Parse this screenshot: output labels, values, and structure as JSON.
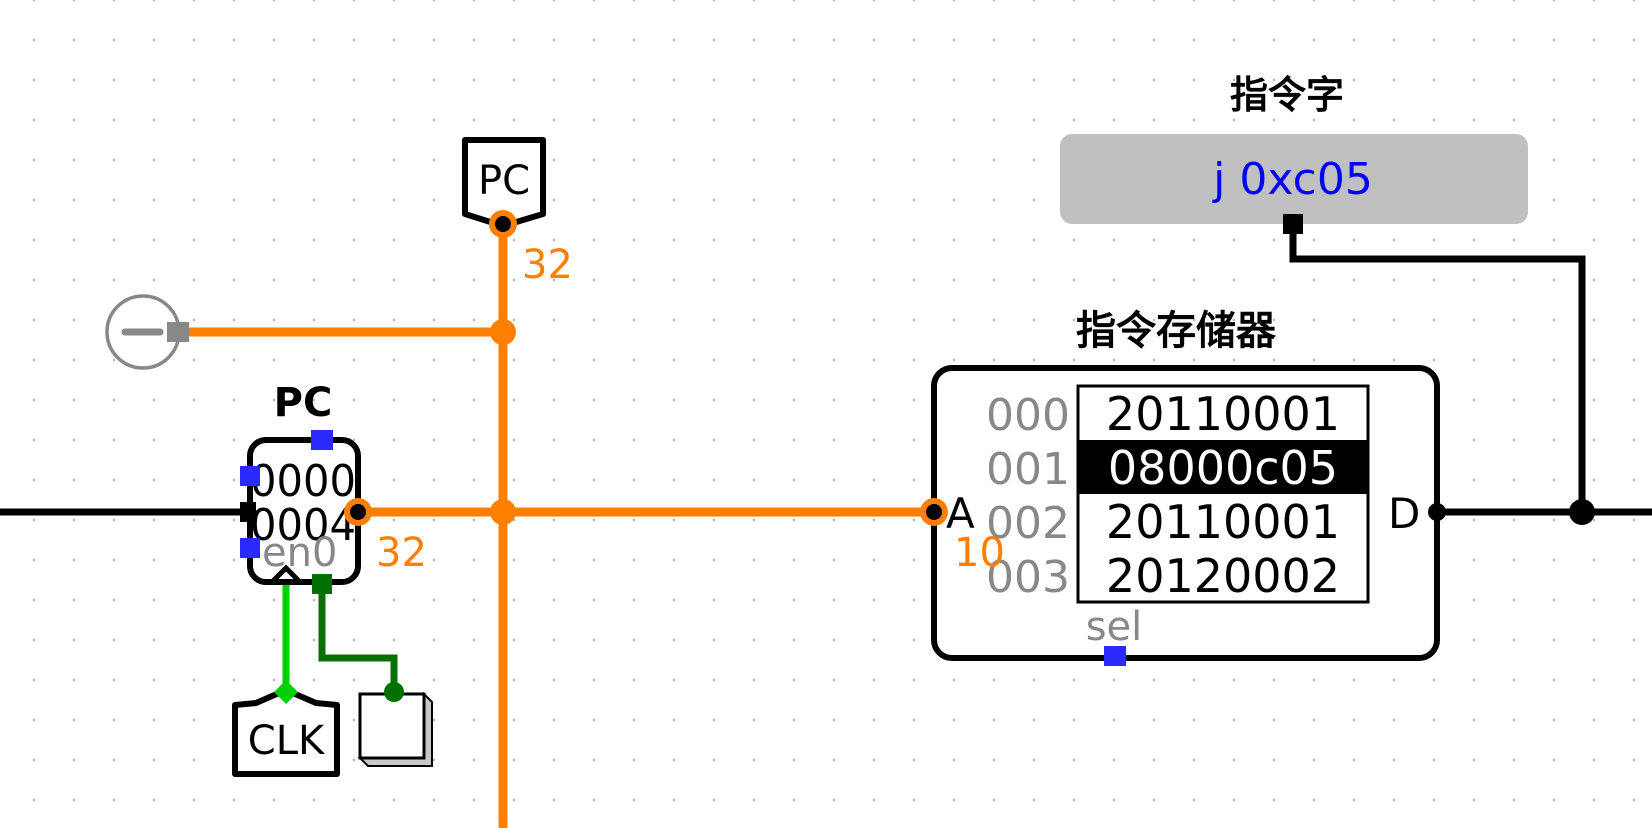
{
  "instruction_label": {
    "title": "指令字",
    "value": "j 0xc05",
    "value_color": "#0000ff",
    "background": "#c0c0c0"
  },
  "pc_tunnel": {
    "label": "PC",
    "bus_width": "32"
  },
  "pc_register": {
    "title": "PC",
    "line1": "0000",
    "line2": "0004",
    "enable_label": "en",
    "value_small": "0",
    "bus_width": "32"
  },
  "clock_tunnel": {
    "label": "CLK"
  },
  "rom": {
    "title": "指令存储器",
    "address_label": "A",
    "data_label": "D",
    "address_width": "10",
    "select_label": "sel",
    "selected_row": 1,
    "rows": [
      {
        "addr": "000",
        "value": "20110001"
      },
      {
        "addr": "001",
        "value": "08000c05"
      },
      {
        "addr": "002",
        "value": "20110001"
      },
      {
        "addr": "003",
        "value": "20120002"
      }
    ]
  },
  "colors": {
    "bus": "#ff7f00",
    "bit": "#000000",
    "clock": "#00d000",
    "enable": "#007000",
    "port": "#2a2aff"
  }
}
